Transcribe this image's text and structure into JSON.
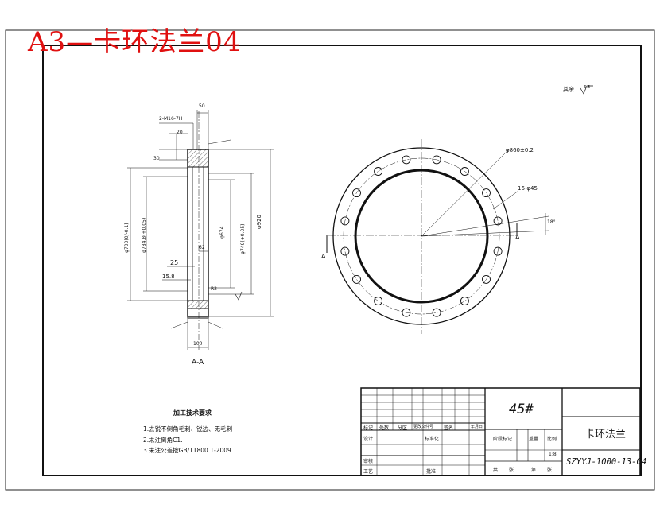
{
  "drawing_title": "A3—卡环法兰04",
  "section_label": "A-A",
  "section_mark": "A",
  "roughness_note": "其余",
  "roughness_value": "6.3",
  "dimensions": {
    "top_width": "50",
    "threaded_holes": "2-M16-7H",
    "dim_20": "20",
    "dim_30": "30",
    "outer_dia": "φ920",
    "flange_dia_left": "φ700(0/-0.1)",
    "flange_dia_left2": "φ784.8(+0.05)",
    "inner_dia": "φ674",
    "inner_dia2": "φ740(+0.05)",
    "bolt_circle": "φ860±0.2",
    "bolt_holes": "16-φ45",
    "chamfer_25": "25",
    "dim_62": "62",
    "dim_15": "15.8",
    "r2": "R2",
    "bottom_width": "100",
    "angle": "18°"
  },
  "notes": {
    "title": "加工技术要求",
    "items": [
      "1.去锐不倒角毛刺、锐边、无毛刺",
      "2.未注倒角C1.",
      "3.未注公差按GB/T1800.1-2009"
    ]
  },
  "title_block": {
    "material": "45#",
    "part_name": "卡环法兰",
    "drawing_code": "SZYYJ-1000-13-04",
    "labels": {
      "biaoji": "标记",
      "chushu": "处数",
      "fenqu": "分区",
      "gengwenjian": "更改文件号",
      "qianming": "签名",
      "nianyueri": "年月日",
      "sheji": "设计",
      "biaozhunhua": "标准化",
      "jieduan": "阶段标记",
      "zhongliang": "重量",
      "bili": "比例",
      "scale": "1:8",
      "shenhe": "审核",
      "gongyi": "工艺",
      "pizhun": "批准",
      "gong": "共",
      "zhang": "张",
      "di": "第",
      "zhang2": "张"
    }
  }
}
